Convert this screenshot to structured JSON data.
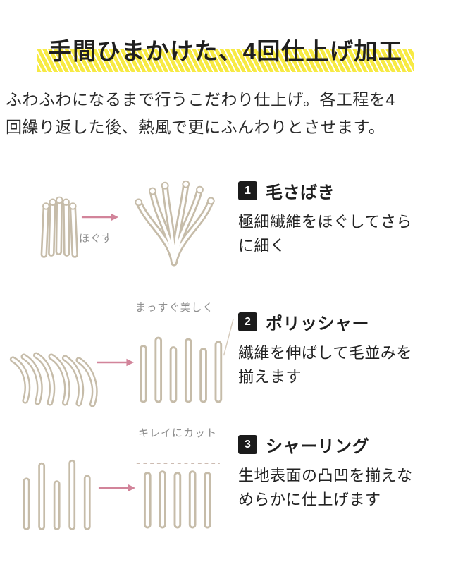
{
  "header": {
    "title": "手間ひまかけた、4回仕上げ加工"
  },
  "intro": {
    "line1": "ふわふわになるまで行うこだわり仕上げ。各工程を4",
    "line2": "回繰り返した後、熱風で更にふんわりとさせます。"
  },
  "steps": [
    {
      "number": "1",
      "name": "毛さばき",
      "description": "極細繊維をほぐしてさらに細く",
      "caption": "ほぐす"
    },
    {
      "number": "2",
      "name": "ポリッシャー",
      "description": "繊維を伸ばして毛並みを揃えます",
      "caption": "まっすぐ美しく"
    },
    {
      "number": "3",
      "name": "シャーリング",
      "description": "生地表面の凸凹を揃えなめらかに仕上げます",
      "caption": "キレイにカット"
    }
  ],
  "colors": {
    "highlight_yellow": "#f7ea43",
    "illustration_beige": "#c6bca9",
    "arrow_pink": "#d2849a",
    "caption_gray": "#8f8f8f",
    "badge_black": "#1b1b1b",
    "text_dark": "#222222"
  }
}
